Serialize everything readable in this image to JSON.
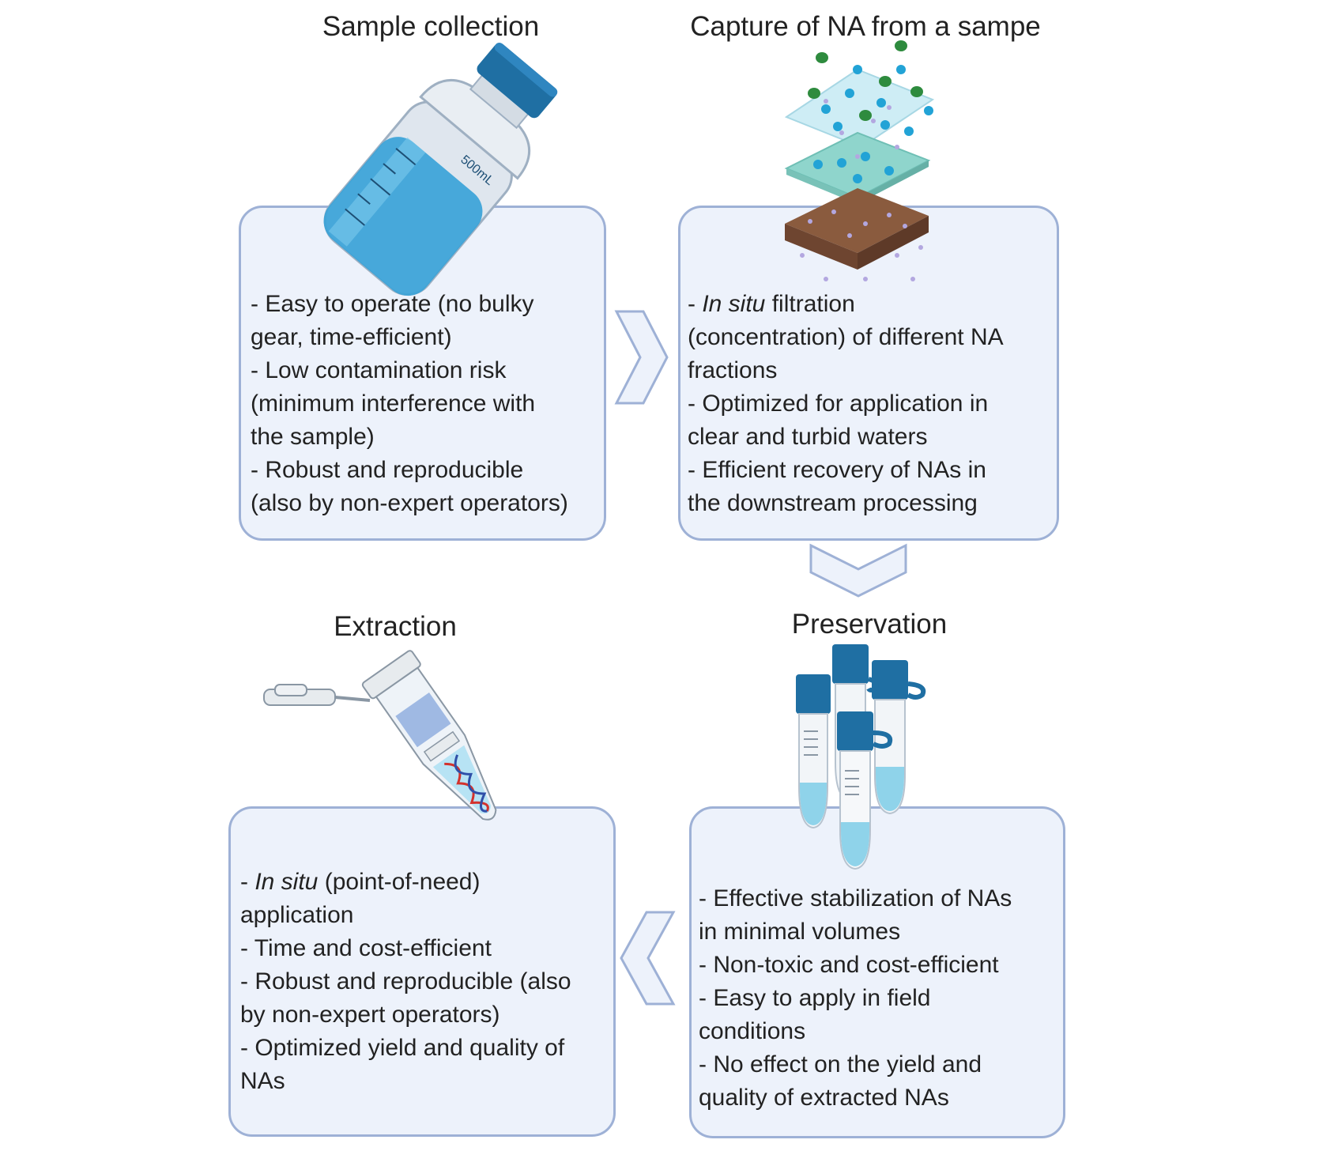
{
  "steps": [
    {
      "title": "Sample collection",
      "icon": "water-bottle-icon",
      "bottle_label": "500mL",
      "lines": [
        {
          "pre": "- Easy to operate (no bulky",
          "em": "",
          "post": ""
        },
        {
          "pre": "gear, time-efficient)",
          "em": "",
          "post": ""
        },
        {
          "pre": "- Low contamination risk",
          "em": "",
          "post": ""
        },
        {
          "pre": "(minimum interference with",
          "em": "",
          "post": ""
        },
        {
          "pre": "the sample)",
          "em": "",
          "post": ""
        },
        {
          "pre": "- Robust and reproducible",
          "em": "",
          "post": ""
        },
        {
          "pre": "(also by non-expert operators)",
          "em": "",
          "post": ""
        }
      ]
    },
    {
      "title": "Capture of NA from a sampe",
      "icon": "filter-layers-icon",
      "lines": [
        {
          "pre": "- ",
          "em": "In situ",
          "post": " filtration"
        },
        {
          "pre": "(concentration) of different NA",
          "em": "",
          "post": ""
        },
        {
          "pre": "fractions",
          "em": "",
          "post": ""
        },
        {
          "pre": "- Optimized for application in",
          "em": "",
          "post": ""
        },
        {
          "pre": "clear and turbid waters",
          "em": "",
          "post": ""
        },
        {
          "pre": "- Efficient recovery of NAs in",
          "em": "",
          "post": ""
        },
        {
          "pre": "the downstream processing",
          "em": "",
          "post": ""
        }
      ]
    },
    {
      "title": "Preservation",
      "icon": "sample-tubes-icon",
      "lines": [
        {
          "pre": "- Effective stabilization of NAs",
          "em": "",
          "post": ""
        },
        {
          "pre": "in minimal volumes",
          "em": "",
          "post": ""
        },
        {
          "pre": "- Non-toxic and cost-efficient",
          "em": "",
          "post": ""
        },
        {
          "pre": "- Easy to apply in field",
          "em": "",
          "post": ""
        },
        {
          "pre": "conditions",
          "em": "",
          "post": ""
        },
        {
          "pre": "- No effect on the yield and",
          "em": "",
          "post": ""
        },
        {
          "pre": "quality of extracted NAs",
          "em": "",
          "post": ""
        }
      ]
    },
    {
      "title": "Extraction",
      "icon": "microtube-dna-icon",
      "lines": [
        {
          "pre": "- ",
          "em": "In situ",
          "post": " (point-of-need)"
        },
        {
          "pre": "application",
          "em": "",
          "post": ""
        },
        {
          "pre": "- Time and cost-efficient",
          "em": "",
          "post": ""
        },
        {
          "pre": "- Robust and reproducible (also",
          "em": "",
          "post": ""
        },
        {
          "pre": "by non-expert operators)",
          "em": "",
          "post": ""
        },
        {
          "pre": "- Optimized yield and quality of",
          "em": "",
          "post": ""
        },
        {
          "pre": "NAs",
          "em": "",
          "post": ""
        }
      ]
    }
  ],
  "arrows": [
    "chevron-right-icon",
    "chevron-down-icon",
    "chevron-left-icon"
  ],
  "colors": {
    "box_fill": "#edf2fb",
    "box_border": "#9eb1d6",
    "accent_blue": "#1f6fa3"
  }
}
